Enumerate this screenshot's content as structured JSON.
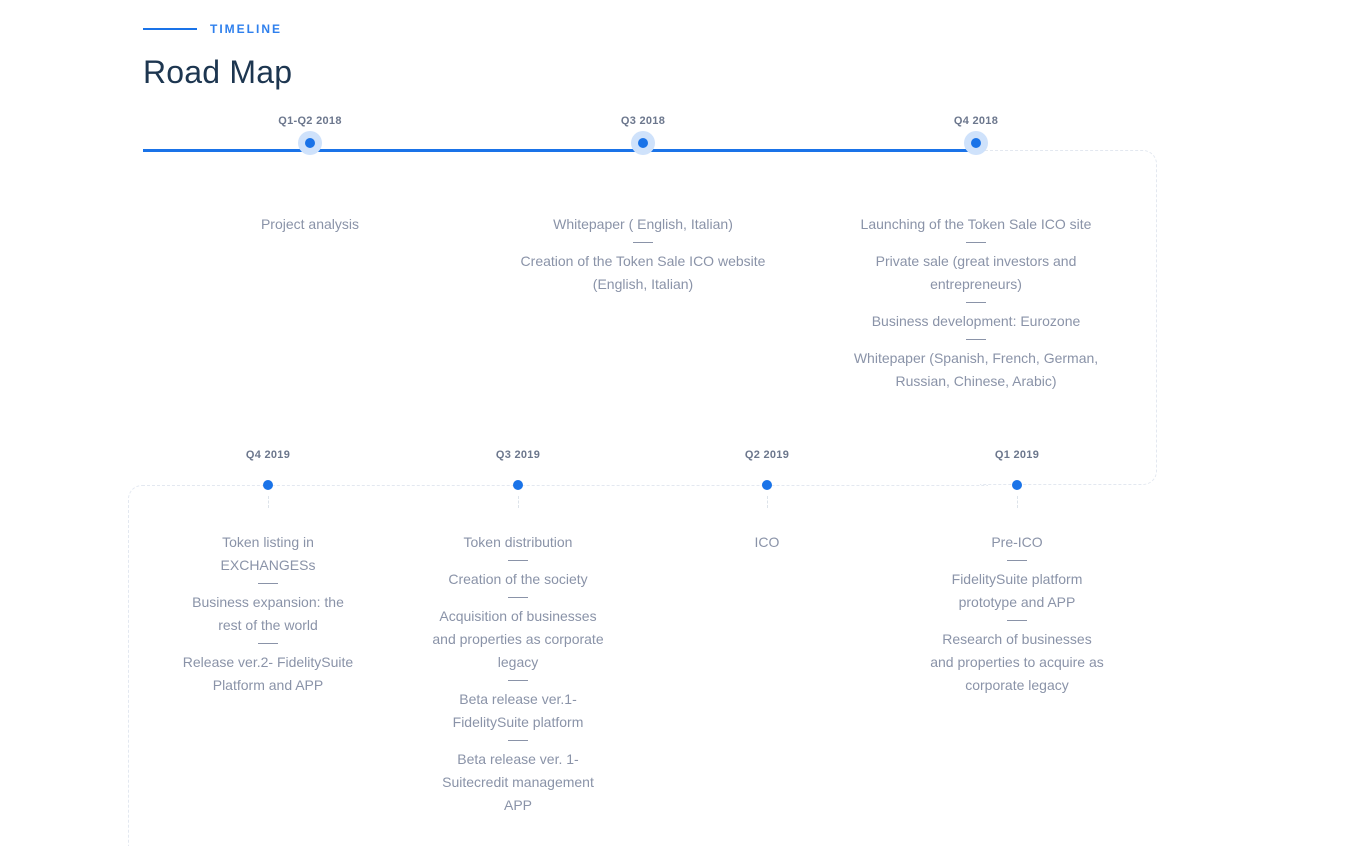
{
  "header": {
    "eyebrow": "TIMELINE",
    "title": "Road Map"
  },
  "colors": {
    "accent": "#1a73e8",
    "halo": "#cfe2fb",
    "heading": "#1d3650",
    "text": "#8a93a8"
  },
  "roadmap": {
    "top": [
      {
        "quarter": "Q1-Q2 2018",
        "items": [
          "Project analysis"
        ]
      },
      {
        "quarter": "Q3 2018",
        "items": [
          "Whitepaper ( English, Italian)",
          "Creation of the Token Sale ICO website (English, Italian)"
        ]
      },
      {
        "quarter": "Q4 2018",
        "items": [
          "Launching of the Token Sale ICO site",
          "Private sale (great investors and entrepreneurs)",
          "Business development: Eurozone",
          "Whitepaper (Spanish, French, German, Russian, Chinese, Arabic)"
        ]
      }
    ],
    "bottom": [
      {
        "quarter": "Q4 2019",
        "items": [
          "Token listing in EXCHANGESs",
          "Business expansion: the rest of the world",
          "Release ver.2- FidelitySuite Platform and APP"
        ]
      },
      {
        "quarter": "Q3 2019",
        "items": [
          "Token distribution",
          "Creation of the society",
          "Acquisition of businesses and properties as corporate legacy",
          "Beta release ver.1- FidelitySuite platform",
          "Beta release ver. 1- Suitecredit management APP"
        ]
      },
      {
        "quarter": "Q2 2019",
        "items": [
          "ICO"
        ]
      },
      {
        "quarter": "Q1 2019",
        "items": [
          "Pre-ICO",
          "FidelitySuite platform prototype and APP",
          "Research of businesses and properties to acquire as corporate legacy"
        ]
      }
    ]
  }
}
